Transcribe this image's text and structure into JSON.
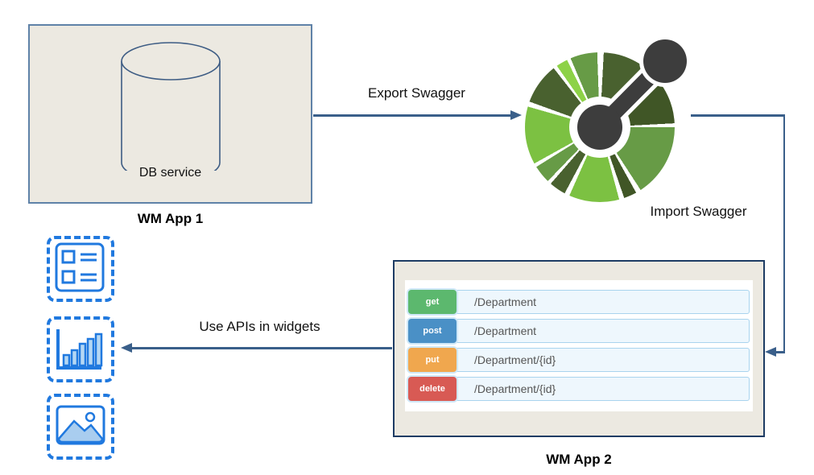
{
  "app1": {
    "label": "WM App 1",
    "db_label": "DB service"
  },
  "connections": {
    "export_label": "Export Swagger",
    "import_label": "Import Swagger",
    "use_label": "Use APIs in widgets"
  },
  "swagger": {
    "icon": "swagger-logo",
    "colors": {
      "bright_green": "#7cc142",
      "light_green": "#8dd247",
      "medium_green": "#679b46",
      "dark_green": "#49612f",
      "darkest_green": "#405626",
      "pin_gray": "#3d3d3d"
    }
  },
  "app2": {
    "label": "WM App 2",
    "rows": [
      {
        "method": "get",
        "path": "/Department",
        "color": "#5cb86e"
      },
      {
        "method": "post",
        "path": "/Department",
        "color": "#4a90c6"
      },
      {
        "method": "put",
        "path": "/Department/{id}",
        "color": "#f0a74e"
      },
      {
        "method": "delete",
        "path": "/Department/{id}",
        "color": "#d85a54"
      }
    ],
    "row_bg": "#eef7fd",
    "row_border": "#a9d4ee"
  },
  "widgets": {
    "icons": [
      "form-widget-icon",
      "chart-widget-icon",
      "image-widget-icon"
    ],
    "accent": "#2079df"
  },
  "colors": {
    "box_fill": "#ece9e1",
    "app1_border": "#5f82a8",
    "app2_border": "#1e3c64",
    "arrow": "#3a5f8a"
  }
}
